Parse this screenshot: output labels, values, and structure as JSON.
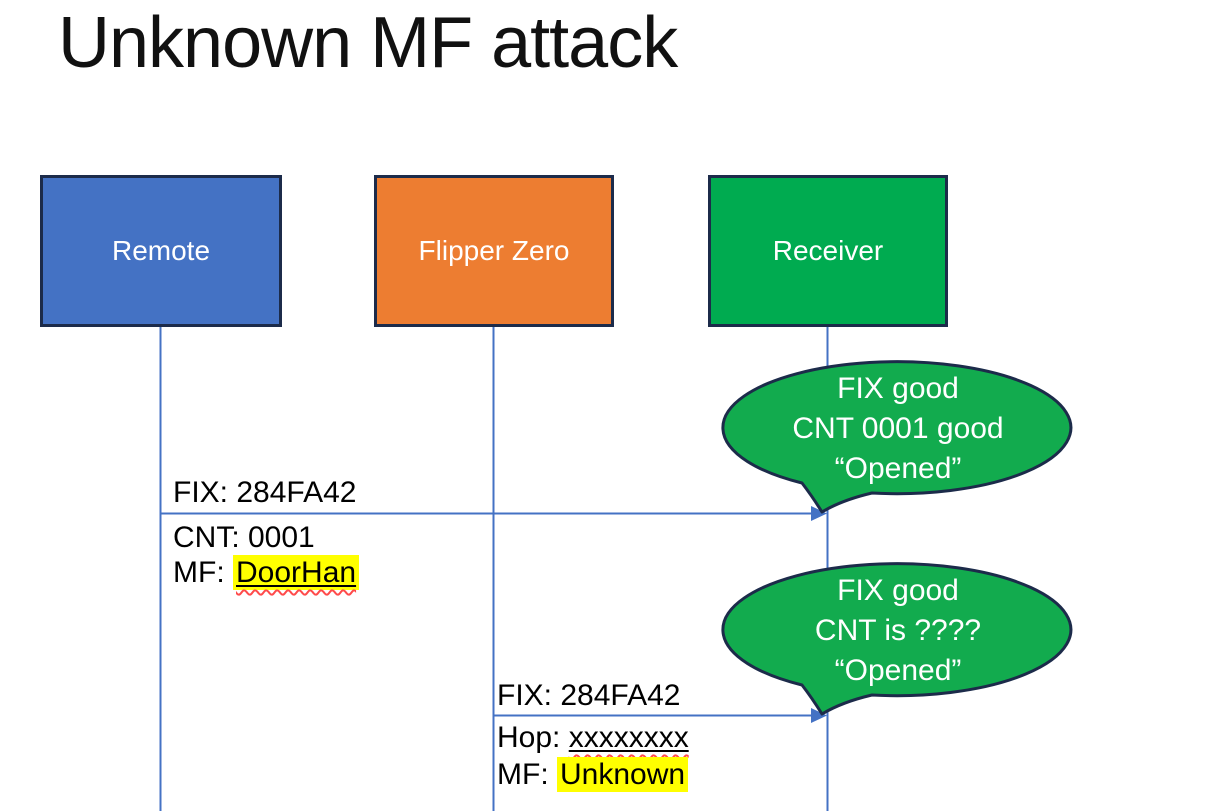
{
  "slide": {
    "title": "Unknown MF attack"
  },
  "actors": [
    {
      "label": "Remote"
    },
    {
      "label": "Flipper Zero"
    },
    {
      "label": "Receiver"
    }
  ],
  "messages": [
    {
      "above": "FIX: 284FA42",
      "row1_prefix": "CNT: ",
      "row1_value": "0001",
      "row2_prefix": "MF: ",
      "row2_value": "DoorHan"
    },
    {
      "above": "FIX: 284FA42",
      "row1_prefix": "Hop: ",
      "row1_value": "xxxxxxxx",
      "row2_prefix": "MF: ",
      "row2_value": "Unknown"
    }
  ],
  "bubbles": [
    {
      "lines": [
        "FIX good",
        "CNT 0001 good",
        "“Opened”"
      ]
    },
    {
      "lines": [
        "FIX good",
        "CNT is ????",
        "“Opened”"
      ]
    }
  ],
  "colors": {
    "remote_fill": "#4472c4",
    "flipper_fill": "#ed7d31",
    "receiver_fill": "#00ab50",
    "bubble_fill": "#12ab4e",
    "shape_border": "#1c2b4a",
    "connector": "#4472c4",
    "highlight": "#ffff00",
    "squiggle": "#ff4b4b"
  }
}
